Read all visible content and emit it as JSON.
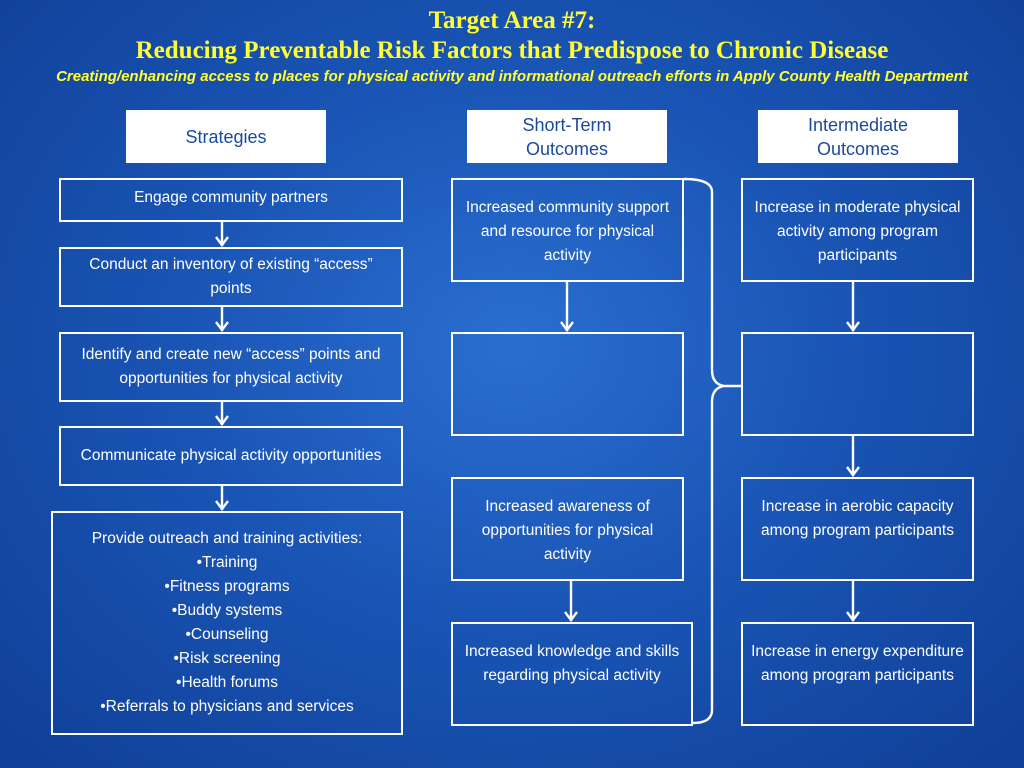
{
  "title": {
    "line1": "Target Area #7:",
    "line2": "Reducing Preventable Risk Factors that Predispose to Chronic Disease",
    "line3": "Creating/enhancing access to places for physical activity and informational outreach efforts in Apply County Health Department"
  },
  "headers": {
    "strategies": "Strategies",
    "short_term_line1": "Short-Term",
    "short_term_line2": "Outcomes",
    "intermediate_line1": "Intermediate",
    "intermediate_line2": "Outcomes"
  },
  "strategies": {
    "s1": "Engage community partners",
    "s2": "Conduct an inventory of existing “access” points",
    "s3": "Identify and create new “access” points and opportunities for physical activity",
    "s4": "Communicate physical activity opportunities",
    "s5_heading": "Provide outreach and training activities:",
    "s5_items": [
      "•Training",
      "•Fitness programs",
      "•Buddy systems",
      "•Counseling",
      "•Risk screening",
      "•Health forums",
      "•Referrals to physicians and services"
    ]
  },
  "short_term": {
    "o1": "Increased community support and resource for physical activity",
    "o2": "",
    "o3": "Increased awareness of opportunities for physical activity",
    "o4": "Increased knowledge and skills regarding physical activity"
  },
  "intermediate": {
    "o1": "Increase in moderate physical activity among program participants",
    "o2": "",
    "o3": "Increase in aerobic capacity among program participants",
    "o4": "Increase in energy expenditure among program participants"
  }
}
